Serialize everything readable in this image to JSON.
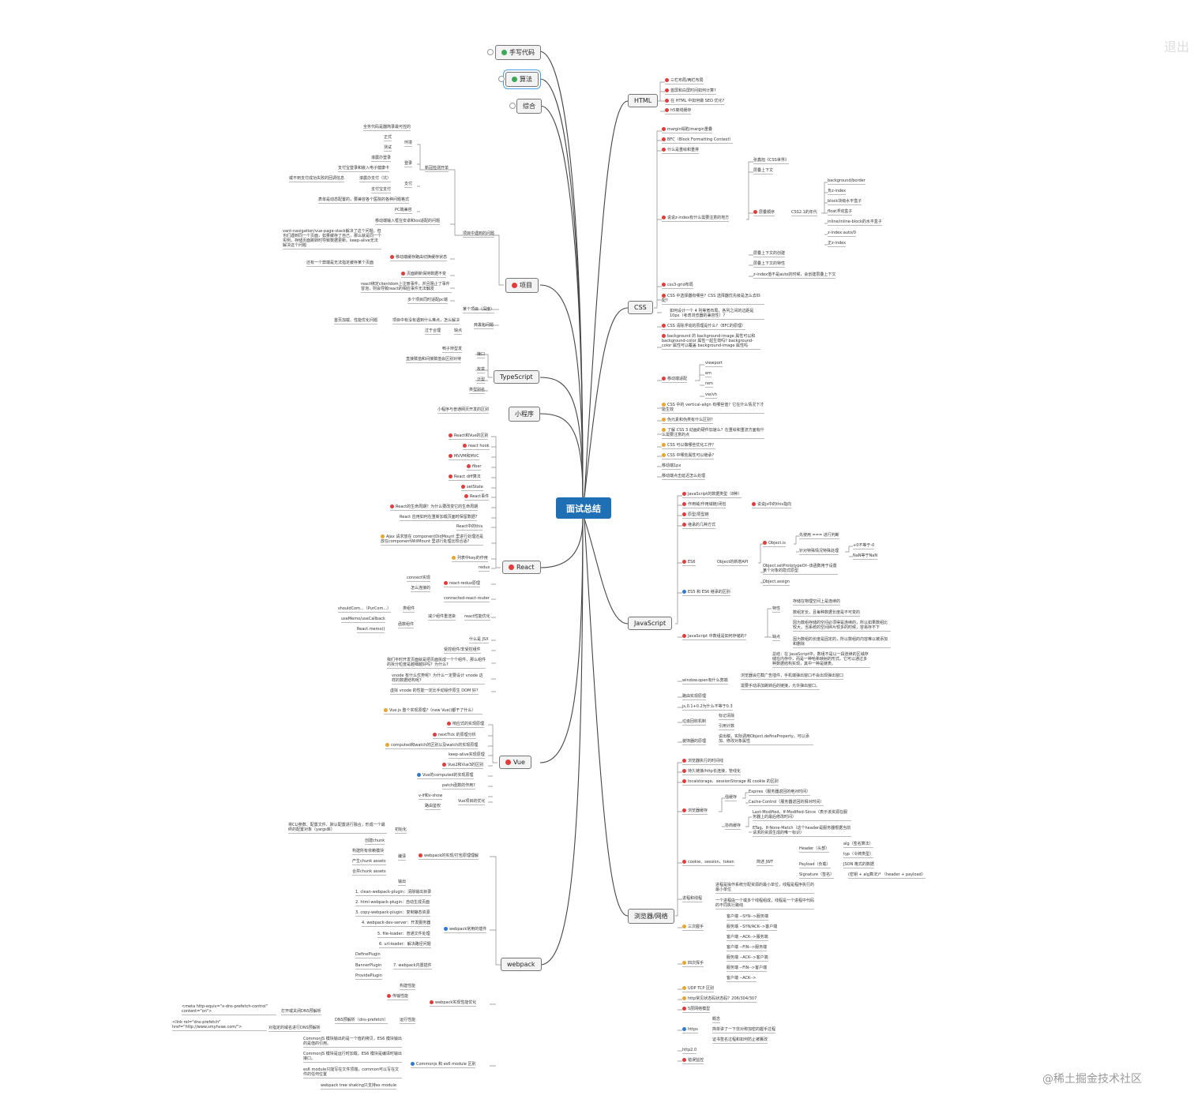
{
  "center": "面试总结",
  "branches": {
    "handwrite": "手写代码",
    "algorithm": "算法",
    "general": "综合",
    "project": "项目",
    "typescript": "TypeScript",
    "miniapp": "小程序",
    "react": "React",
    "vue": "Vue",
    "webpack": "webpack",
    "html": "HTML",
    "css": "CSS",
    "javascript": "JavaScript",
    "browser": "浏览器/网络"
  },
  "html_items": [
    "三栏布局/两栏布局",
    "首屏和白屏时间如何计算?",
    "在 HTML 中如何做 SEO 优化?",
    "h5离线缓存"
  ],
  "css_items": [
    "margin塌陷/margin重叠",
    "BFC（Block Formatting Context）",
    "什么是重绘和重排",
    "说说z-index有什么需要注意的地方",
    "张鑫旭《CSS世界》",
    "层叠上下文",
    "层叠顺序",
    "CSS2.1的年代",
    "background/border",
    "负z-index",
    "block块级水平盒子",
    "float浮动盒子",
    "inline/inline-block的水平盒子",
    "z-index:auto/0",
    "正z-index",
    "层叠上下文的创建",
    "层叠上下文的特性",
    "z-index值不是auto的时候，会创建层叠上下文",
    "css3-grid布局",
    "CSS 中选择器有哪些？CSS 选择器优先级是怎么去匹配?",
    "如何设计一个 4 列等宽布局，各列之间的边距是 10px（考虑浏览器的兼容性）?",
    "CSS 清除浮动的原理是什么?（BFC的原理）",
    "background 的 background-image 属性可以和 background-color 属性一起生效吗? background-color 属性可以覆盖 background-image 属性吗",
    "移动端适配",
    "viewport",
    "em",
    "rem",
    "vw/vh",
    "CSS 中的 vertical-align 有哪些值？它在什么情况下才能生效",
    "伪元素和伪类有什么区别?",
    "了解 CSS 3 动画的硬件加速么？在重绘和重流方面有什么需要注意的点",
    "CSS 可以做哪些优化工作？",
    "CSS 中哪些属性可以继承?",
    "移动端1px",
    "移动端点击延迟怎么处理"
  ],
  "js_items": [
    "JavaScript的数据类型（8种）",
    "作用域/作用域链/闭包",
    "说说js中的this指向",
    "原型/原型链",
    "继承的几种方式",
    "先使用 === 进行判断",
    "Object.is",
    "针对特殊情况特殊处理",
    "+0不等于-0",
    "NaN等于NaN",
    "ES6",
    "Object的新增API",
    "Object.setPrototypeOf--该函数用于设置某个对象的隐式原型",
    "Object.assign",
    "ES5 和 ES6 继承的区别",
    "特性",
    "存储在物理空间上是连续的",
    "数组定长，且每种数据长度是不可变的",
    "缺点",
    "因为数组存储的空间必须得是连续的，所以如果数组比较大，当系统的空间碎片较多的时候，容易存不下",
    "因为数组的长度是固定的，所以数组的内容难以被添加和删除",
    "总结：在 JavaScript中，数组不是以一段连续的区域存储在内存中，而是一种哈希映射的形式。它可以通过多种数据结构实现，其中一种是链表。",
    "JavaScript 中数组是如何存储的?",
    "window.open有什么弊端",
    "浏览器会拦截广告插件，手机端弹出窗口不会出现弹出窗口",
    "需要手动添加跳转后的链接，允许弹出窗口。",
    "路由实现原理",
    "js,0.1+0.2为什么不等于0.3",
    "垃圾回收机制",
    "标记清除",
    "引用计数",
    "装饰器的原理",
    "说出稿，实际调用Object.defineProperty，可以添加、修改对象属性"
  ],
  "browser_items": [
    "浏览器执行的时间线",
    "持久链接/http长连接，管线化",
    "localstorage、sessionStorage 和 cookie 的区别",
    "Expires（服务器返回的绝对时间）",
    "强缓存",
    "Cache-Control（服务器返回的相对时间）",
    "浏览器缓存",
    "Last-Modified、If-Modified-Since（表示该资源在服务器上的最后修改时间）",
    "协商缓存",
    "ETag、If-None-Match（这个header是服务器根据当前请求的资源生成的唯一标识）",
    "Header（头部）",
    "alg（签名算法）",
    "typ（令牌类型）",
    "cookie、session、token",
    "简述 JWT",
    "Payload（负载）",
    "JSON 格式的数据",
    "Signature（签名）",
    "(密钥 + alg算法)* （header + payload）",
    "进程和线程",
    "进程是操作系统分配资源的最小单位，线程是程序执行的最小单位",
    "一个进程由一个或多个线程组成，线程是一个进程中代码的不同执行路线",
    "三次握手",
    "客户端 --SYN-->服务端",
    "服务端 --SYN/ACK-->客户端",
    "客户端 --ACK-->服务端",
    "四次挥手",
    "客户端 --FIN-->服务端",
    "服务端 --ACK-->客户端",
    "服务端 --FIN-->客户端",
    "客户端 --ACK-->",
    "UDP TCP 区别",
    "http常见状态码状态码？206/304/307",
    "5层网络模型",
    "https",
    "概念",
    "简单讲了一下非对称加密的握手过程",
    "证书签名过程和如何防止被篡改",
    "http2.0",
    "错误监控"
  ],
  "project_items": [
    "全务代码是器简录最可控的",
    "正式",
    "测试",
    "环境",
    "滚震办登录",
    "登录",
    "支付宝登录和嵌入电子健康卡",
    "新冠检测开单",
    "或不到支付成功失败的回调信息",
    "滚震办支付（坑）",
    "支付",
    "支付宝支付",
    "表单是动态配置的，要兼容各个医院的各种问题格式",
    "PC端兼容",
    "移动端输入框在安卓和ios适配的问题",
    "项目中遇到的问题",
    "vant-navigation/vue-page-stack解决了这个问题。但也们遇到同一个页面，如果缓存了自己，那么就是同一个实例，存储页面跳转时导致数据更新。keep-alive无法解决这个问题",
    "移动端缓存路由切换缓存状态",
    "还有一个弊端是无法指定缓存某个页面",
    "页面刷新保持数据不变",
    "react绑定clientdom上注册事件，并且阻止了事件冒泡，则会导致react的相应事件无法触发",
    "多个项目同时适配pc端",
    "某个项目（深度）",
    "首页加载、性能优化问题",
    "项目中有没有遇到什么难点，怎么解决",
    "开发包问题",
    "过于合理",
    "缺点"
  ],
  "ts_items": [
    "鸭子辨型发",
    "接口",
    "直接赋值和间接赋值会区别对待",
    "枚举",
    "泛型",
    "类型别名"
  ],
  "mini_items": [
    "小程序与普通网页开发的区别"
  ],
  "react_items": [
    "React和Vue的区别",
    "react hook",
    "MVVM和MVC",
    "fiber",
    "React diff算法",
    "setState",
    "React事件",
    "React的生命周期？为什么要改变它的生命周期",
    "React 应用如何在重新加载页面时保留数据?",
    "React中的this",
    "Ajax 请求放在 componentDidMount 里进行处理还是放在componentWillMount 里进行处理比较合适?",
    "列表中key的作用",
    "redux",
    "connect实现",
    "怎么连接的",
    "react-redux原理",
    "connected-react-router",
    "shouldCom...（PurCom...）",
    "类组件",
    "useMemo/useCallback",
    "函数组件",
    "React.memo()",
    "减少组件重渲染",
    "react性能优化",
    "什么是 JSX",
    "受控组件/非受控组件",
    "我们平时开发页面就是把页面拆成一个个组件，那么组件的拆分粒度是越细越好吗？为什么?",
    "vnode 有什么优势呢？为什么一定要设计 vnode 这样的数据结构呢?",
    "虚拟 vnode 的性能一定比手动操作原生 DOM 好?"
  ],
  "vue_items": [
    "Vue.js 整个实现原理?（new Vue()都干了什么）",
    "响应式的实现原理",
    "nextTick 的原理分析",
    "computed和watch的区别以及watch的实现原理",
    "keep-alive实现原理",
    "Vue2和Vue3的区别",
    "Vue的computed的实现原理",
    "patch函数的作用?",
    "v-if和v-show",
    "Vue项目的优化",
    "路由鉴权"
  ],
  "webpack_items": [
    "将CLI参数、配置文件、默认配置进行融合，形成一个最终的配置对象（yargs库）",
    "初始化",
    "创建chunk",
    "构建所有依赖模块",
    "编译",
    "产生chunk assets",
    "合并chunk assets",
    "输出",
    "webpack的实现/打包原理理解",
    "1. clean-webpack-plugin：清除输出目录",
    "2. html-webpack-plugin：自动生成页面",
    "3. copy-webpack-plugin：复制静态资源",
    "4. webpack-dev-server：开发服务器",
    "5. file-loader：普通文件处理",
    "6. url-loader：解决路径问题",
    "DefinePlugin",
    "BannerPlugin",
    "ProvidePlugin",
    "7. webpack内置插件",
    "webpack常用的插件",
    "构建性能",
    "传输性能",
    "<meta http-equiv=\"x-dns-prefetch-control\" content=\"on\">",
    "打开或关闭DNS预解析",
    "DNS预解析（dns-prefetch）",
    "运行性能",
    "webpack实现性能优化",
    "<link rel=\"dns-prefetch\" href=\"http://www.smyhvae.com/\">",
    "对指定的域名进行DNS预解析",
    "CommonJS 模块输出的是一个值的拷贝，ES6 模块输出的是值的引用。",
    "CommonJS 模块是运行时加载，ES6 模块是编译时输出接口。",
    "es6 module只能写在文件顶端，common可以写在文件的任何位置",
    "webpack tree shaking只支持es module",
    "Commonjs 和 es6 module 区别"
  ],
  "watermark": "@稀土掘金技术社区",
  "corner_text": "退出"
}
